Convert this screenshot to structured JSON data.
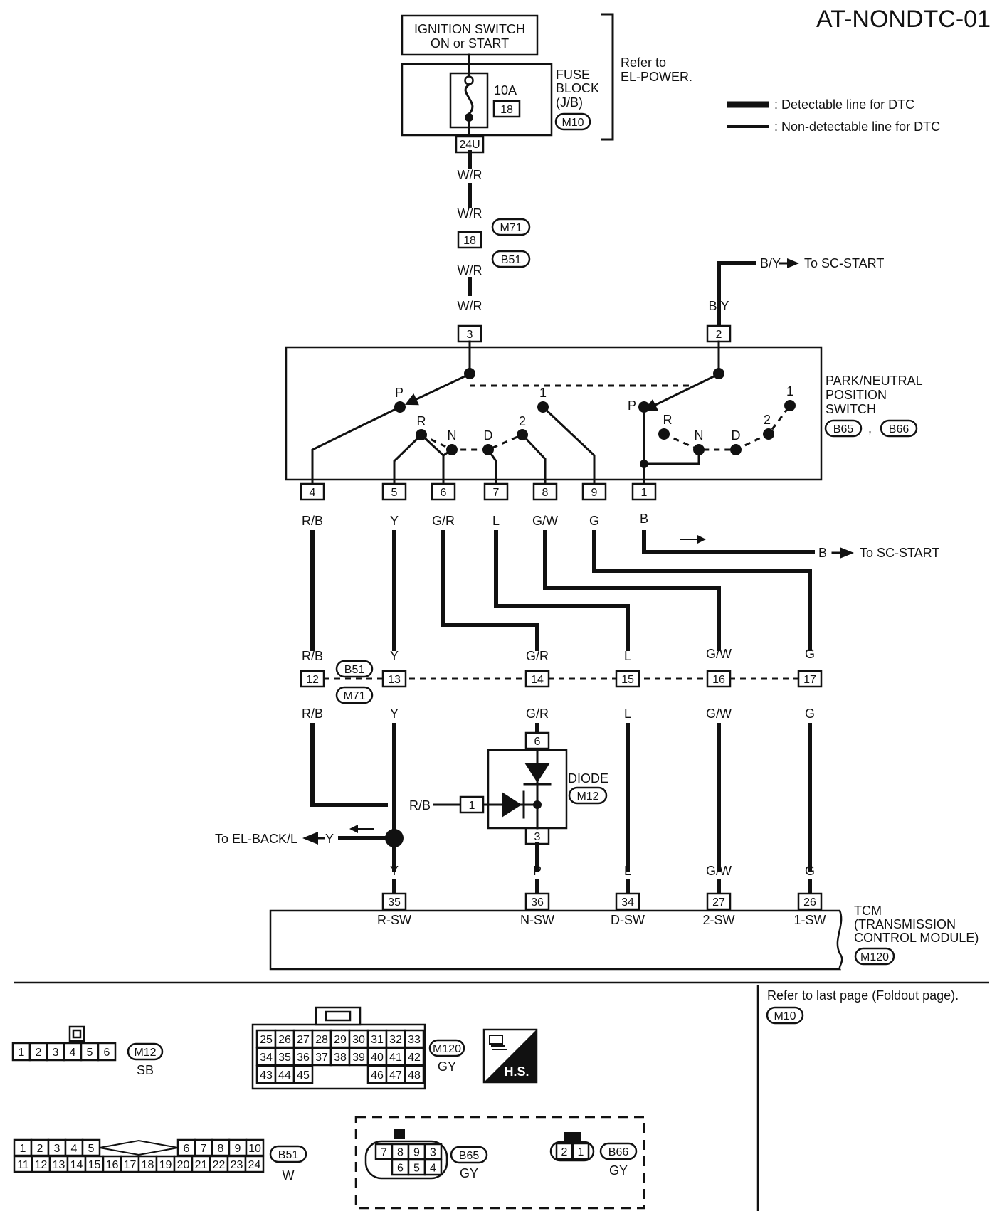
{
  "page_code": "AT-NONDTC-01",
  "legend": {
    "detectable": ": Detectable line for DTC",
    "non_detectable": ": Non-detectable line for DTC"
  },
  "power": {
    "ignition_line1": "IGNITION SWITCH",
    "ignition_line2": "ON or START",
    "fuse_amp": "10A",
    "fuse_no": "18",
    "fuse_block_line1": "FUSE",
    "fuse_block_line2": "BLOCK",
    "fuse_block_line3": "(J/B)",
    "fuse_connector": "M10",
    "fuse_pin": "24U",
    "refer_line1": "Refer to",
    "refer_line2": "EL-POWER."
  },
  "wires": {
    "wr": "W/R",
    "by": "B/Y",
    "rb": "R/B",
    "y": "Y",
    "gr": "G/R",
    "l": "L",
    "gw": "G/W",
    "g": "G",
    "b": "B",
    "p": "P"
  },
  "connectors": {
    "m71": "M71",
    "b51": "B51",
    "b65": "B65",
    "b66": "B66",
    "m12": "M12",
    "m120": "M120",
    "m10": "M10",
    "pin18": "18"
  },
  "switch": {
    "name_line1": "PARK/NEUTRAL",
    "name_line2": "POSITION",
    "name_line3": "SWITCH",
    "top_pins": [
      "3",
      "2"
    ],
    "bottom_pins": [
      "4",
      "5",
      "6",
      "7",
      "8",
      "9",
      "1"
    ],
    "positions": [
      "P",
      "R",
      "N",
      "D",
      "2",
      "1"
    ]
  },
  "to_sc_start": "To SC-START",
  "to_el_back": "To EL-BACK/L",
  "joint_pins": [
    "12",
    "13",
    "14",
    "15",
    "16",
    "17"
  ],
  "diode": {
    "label": "DIODE",
    "pins": [
      "6",
      "1",
      "3"
    ]
  },
  "tcm": {
    "pins": [
      "35",
      "36",
      "34",
      "27",
      "26"
    ],
    "signals": [
      "R-SW",
      "N-SW",
      "D-SW",
      "2-SW",
      "1-SW"
    ],
    "name_line1": "TCM",
    "name_line2": "(TRANSMISSION",
    "name_line3": "CONTROL MODULE)"
  },
  "bottom": {
    "refer_text": "Refer to last page (Foldout page).",
    "m12_pins": [
      "1",
      "2",
      "3",
      "4",
      "5",
      "6"
    ],
    "m12_color": "SB",
    "m120_rows": [
      [
        "25",
        "26",
        "27",
        "28",
        "29",
        "30",
        "31",
        "32",
        "33"
      ],
      [
        "34",
        "35",
        "36",
        "37",
        "38",
        "39",
        "40",
        "41",
        "42"
      ],
      [
        "43",
        "44",
        "45",
        "46",
        "47",
        "48"
      ]
    ],
    "m120_color": "GY",
    "hs_label": "H.S.",
    "b51_row1": [
      "1",
      "2",
      "3",
      "4",
      "5",
      "6",
      "7",
      "8",
      "9",
      "10"
    ],
    "b51_row2": [
      "11",
      "12",
      "13",
      "14",
      "15",
      "16",
      "17",
      "18",
      "19",
      "20",
      "21",
      "22",
      "23",
      "24"
    ],
    "b51_color": "W",
    "b65_pins_top": [
      "7",
      "8",
      "9",
      "3"
    ],
    "b65_pins_bottom": [
      "6",
      "5",
      "4"
    ],
    "b65_color": "GY",
    "b66_pins": [
      "2",
      "1"
    ],
    "b66_color": "GY"
  }
}
